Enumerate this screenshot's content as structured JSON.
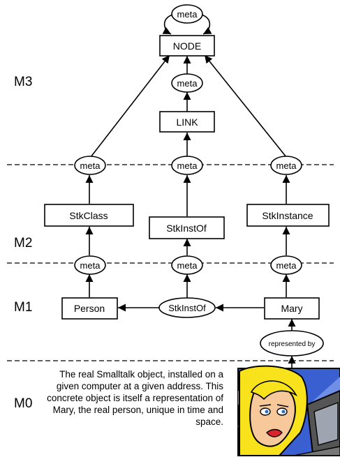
{
  "levels": {
    "m3": "M3",
    "m2": "M2",
    "m1": "M1",
    "m0": "M0"
  },
  "nodes": {
    "node": "NODE",
    "link": "LINK",
    "stk_class": "StkClass",
    "stk_inst_of": "StkInstOf",
    "stk_instance": "StkInstance",
    "person": "Person",
    "mary": "Mary"
  },
  "meta_label": "meta",
  "relation_label": "StkInstOf",
  "represented_by": "represented by",
  "m0_description": "The real Smalltalk object, installed on a given computer at a given address. This concrete object is itself a representation of Mary, the real person, unique in time and space.",
  "colors": {
    "comic_yellow": "#f7e21c",
    "comic_blue": "#3a5fd0",
    "comic_skin": "#f6c89a",
    "comic_lips": "#d8242b"
  }
}
